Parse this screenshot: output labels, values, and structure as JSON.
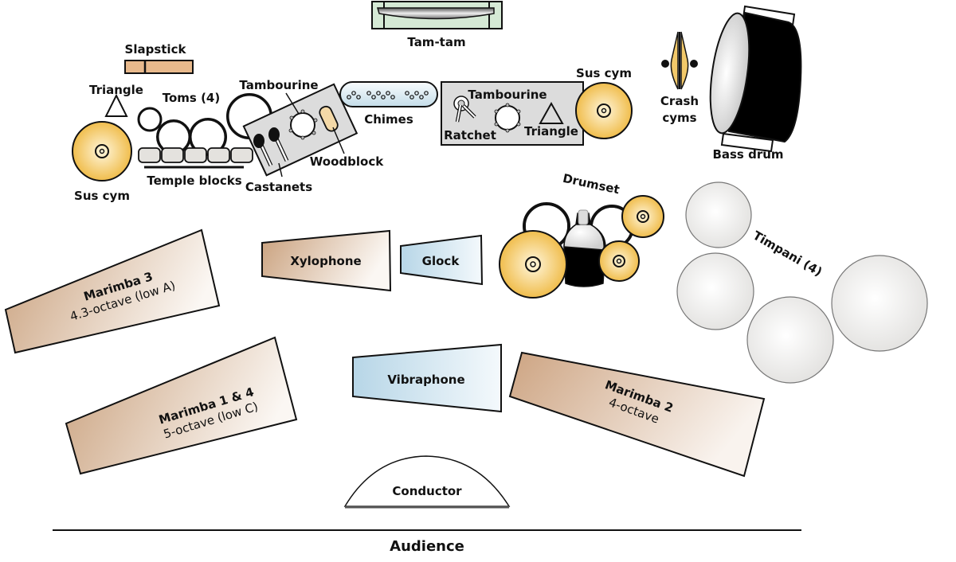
{
  "diagram": {
    "title": "Percussion setup",
    "colors": {
      "cymbal": "#f2c04f",
      "wood": "#c9a07c",
      "metal_bar": "#b9d8e8",
      "timpani": "#e9e8e6",
      "tray": "#d9d9d9",
      "tamtam": "#cfe5cf",
      "slapstick": "#e8b98c"
    },
    "labels": {
      "slapstick": "Slapstick",
      "triangle_left": "Triangle",
      "toms": "Toms (4)",
      "tambourine_left": "Tambourine",
      "sus_cym_left": "Sus cym",
      "temple_blocks": "Temple blocks",
      "castanets": "Castanets",
      "woodblock": "Woodblock",
      "chimes": "Chimes",
      "tamtam": "Tam-tam",
      "tambourine_right": "Tambourine",
      "ratchet": "Ratchet",
      "triangle_right": "Triangle",
      "sus_cym_right": "Sus cym",
      "crash_cyms_line1": "Crash",
      "crash_cyms_line2": "cyms",
      "bass_drum": "Bass drum",
      "drumset": "Drumset",
      "timpani": "Timpani (4)",
      "marimba3_name": "Marimba 3",
      "marimba3_range": "4.3-octave (low A)",
      "xylophone": "Xylophone",
      "glock": "Glock",
      "marimba14_name": "Marimba 1 & 4",
      "marimba14_range": "5-octave (low C)",
      "vibraphone": "Vibraphone",
      "marimba2_name": "Marimba 2",
      "marimba2_range": "4-octave",
      "conductor": "Conductor",
      "audience": "Audience"
    }
  }
}
